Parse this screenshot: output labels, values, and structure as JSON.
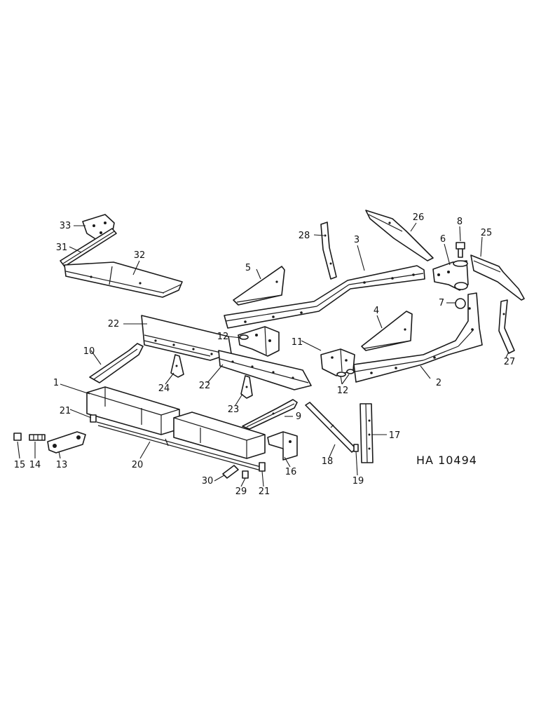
{
  "drawing_code": "HA 10494",
  "callouts": {
    "n1": "1",
    "n2": "2",
    "n3": "3",
    "n4": "4",
    "n5": "5",
    "n6": "6",
    "n7": "7",
    "n8": "8",
    "n9": "9",
    "n10": "10",
    "n11": "11",
    "n12a": "12",
    "n12b": "12",
    "n13": "13",
    "n14": "14",
    "n15": "15",
    "n16": "16",
    "n17": "17",
    "n18": "18",
    "n19": "19",
    "n20": "20",
    "n21a": "21",
    "n21b": "21",
    "n22a": "22",
    "n22b": "22",
    "n23": "23",
    "n24": "24",
    "n25": "25",
    "n26": "26",
    "n27": "27",
    "n28": "28",
    "n29": "29",
    "n30": "30",
    "n31": "31",
    "n32": "32",
    "n33": "33"
  }
}
